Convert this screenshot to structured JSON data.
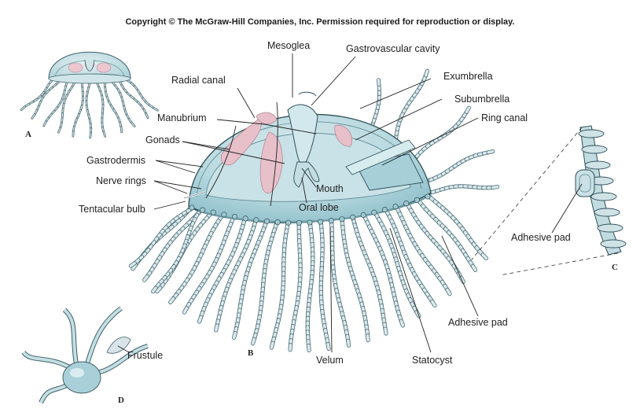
{
  "copyright": "Copyright © The McGraw-Hill Companies, Inc. Permission required for reproduction or display.",
  "figure_letters": {
    "a": "A",
    "b": "B",
    "c": "C",
    "d": "D"
  },
  "labels": {
    "mesoglea": "Mesoglea",
    "gastrovascular_cavity": "Gastrovascular cavity",
    "radial_canal": "Radial canal",
    "exumbrella": "Exumbrella",
    "subumbrella": "Subumbrella",
    "manubrium": "Manubrium",
    "ring_canal": "Ring canal",
    "gonads": "Gonads",
    "gastrodermis": "Gastrodermis",
    "nerve_rings": "Nerve rings",
    "mouth": "Mouth",
    "oral_lobe": "Oral lobe",
    "tentacular_bulb": "Tentacular bulb",
    "adhesive_pad_c": "Adhesive pad",
    "adhesive_pad_b": "Adhesive pad",
    "velum": "Velum",
    "statocyst": "Statocyst",
    "frustule": "Frustule"
  },
  "colors": {
    "body_fill": "#bcdde3",
    "body_dark": "#8fbfca",
    "outline": "#2f4f57",
    "gonad_pink": "#e9c3cc",
    "tentacle": "#d9e8ea"
  }
}
